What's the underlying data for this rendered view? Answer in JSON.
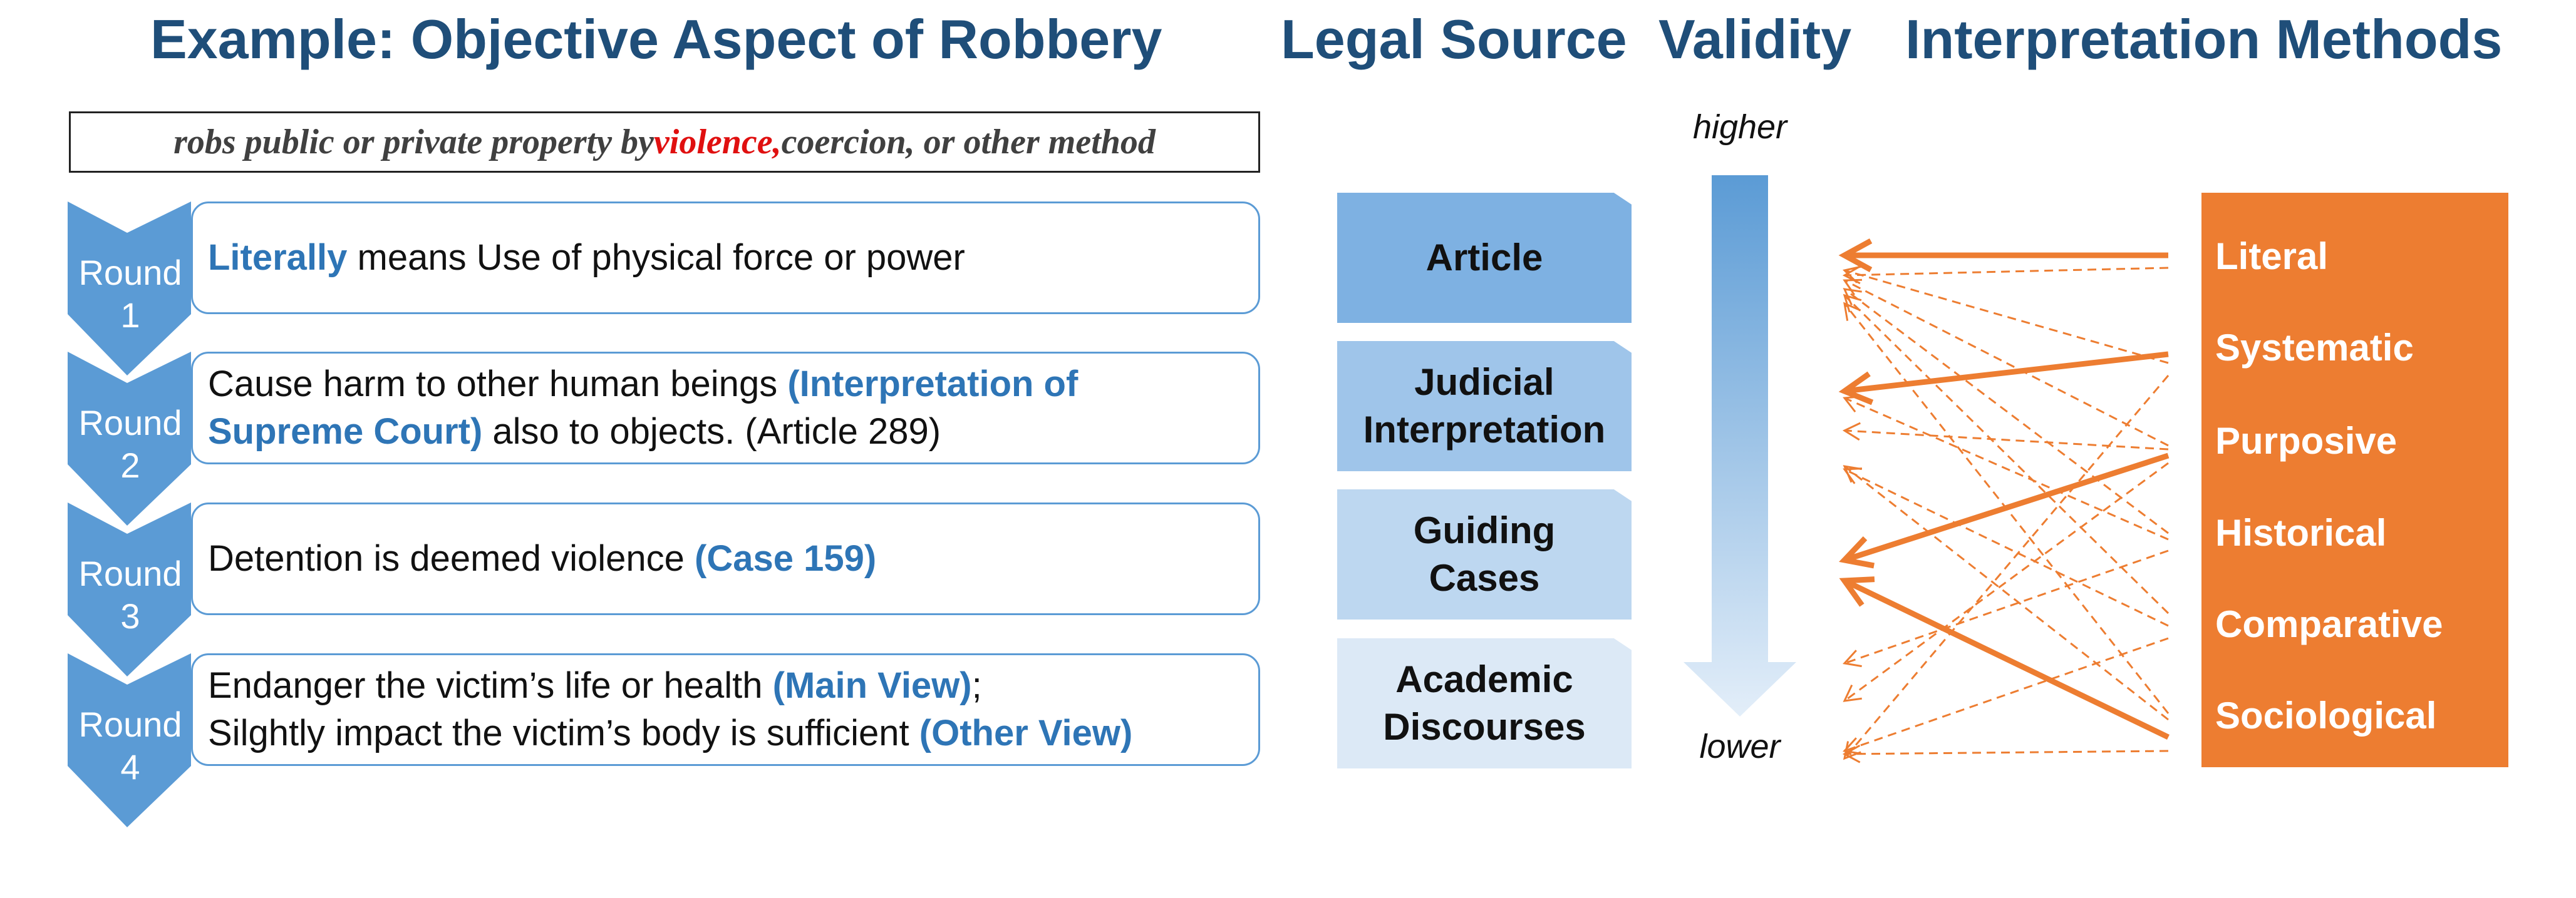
{
  "headers": {
    "example": "Example: Objective Aspect of Robbery",
    "legal_source": "Legal Source",
    "validity": "Validity",
    "methods": "Interpretation Methods"
  },
  "quote": {
    "before": "robs public or private property by ",
    "highlight": "violence,",
    "after": " coercion, or other method"
  },
  "rounds": [
    {
      "label": [
        "Round",
        "1"
      ],
      "lines": [
        [
          {
            "t": "Literally",
            "b": true
          },
          {
            "t": " means Use of physical force or power"
          }
        ]
      ]
    },
    {
      "label": [
        "Round",
        "2"
      ],
      "lines": [
        [
          {
            "t": "Cause harm to other human beings "
          },
          {
            "t": "(Interpretation of",
            "b": true
          }
        ],
        [
          {
            "t": "Supreme Court)",
            "b": true
          },
          {
            "t": " also to objects.  (Article 289)"
          }
        ]
      ]
    },
    {
      "label": [
        "Round",
        "3"
      ],
      "lines": [
        [
          {
            "t": "Detention is deemed violence "
          },
          {
            "t": "(Case 159)",
            "b": true
          }
        ]
      ]
    },
    {
      "label": [
        "Round",
        "4"
      ],
      "lines": [
        [
          {
            "t": "Endanger the victim’s life or health "
          },
          {
            "t": "(Main View)",
            "b": true
          },
          {
            "t": ";"
          }
        ],
        [
          {
            "t": "Silghtly impact the victim’s body is sufficient "
          },
          {
            "t": "(Other View)",
            "b": true
          }
        ]
      ]
    }
  ],
  "sources": [
    {
      "lines": [
        "Article"
      ],
      "color": "#7eb1e2"
    },
    {
      "lines": [
        "Judicial",
        "Interpretation"
      ],
      "color": "#9fc5ea"
    },
    {
      "lines": [
        "Guiding",
        "Cases"
      ],
      "color": "#bdd7f0"
    },
    {
      "lines": [
        "Academic",
        "Discourses"
      ],
      "color": "#dce9f6"
    }
  ],
  "validity_axis": {
    "high": "higher",
    "low": "lower"
  },
  "methods": [
    "Literal",
    "Systematic",
    "Purposive",
    "Historical",
    "Comparative",
    "Sociological"
  ],
  "colors": {
    "title": "#1f4e79",
    "accent_blue": "#2e75b6",
    "chevron": "#5b9bd5",
    "orange": "#ed7d31",
    "highlight_red": "#e01010"
  }
}
